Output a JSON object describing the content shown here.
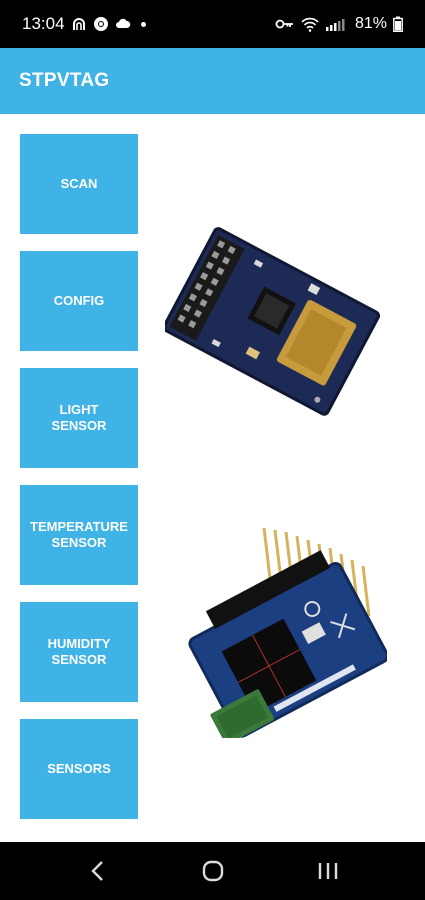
{
  "status_bar": {
    "time": "13:04",
    "battery": "81%",
    "icons_left": [
      "notification-icon",
      "chrome-icon",
      "cloud-icon"
    ],
    "icons_right": [
      "key-icon",
      "wifi-icon",
      "signal-icon",
      "battery-icon"
    ]
  },
  "app_bar": {
    "title": "STPVTAG",
    "color": "#3fb3e5"
  },
  "menu": {
    "items": [
      {
        "label": "SCAN"
      },
      {
        "label": "CONFIG"
      },
      {
        "label": "LIGHT\nSENSOR"
      },
      {
        "label": "TEMPERATURE\nSENSOR"
      },
      {
        "label": "HUMIDITY\nSENSOR"
      },
      {
        "label": "SENSORS"
      }
    ]
  },
  "images": {
    "board_top": "sensor-board-image",
    "board_bottom": "solar-board-image"
  },
  "nav_bar": {
    "buttons": [
      "back-icon",
      "home-icon",
      "recents-icon"
    ]
  }
}
